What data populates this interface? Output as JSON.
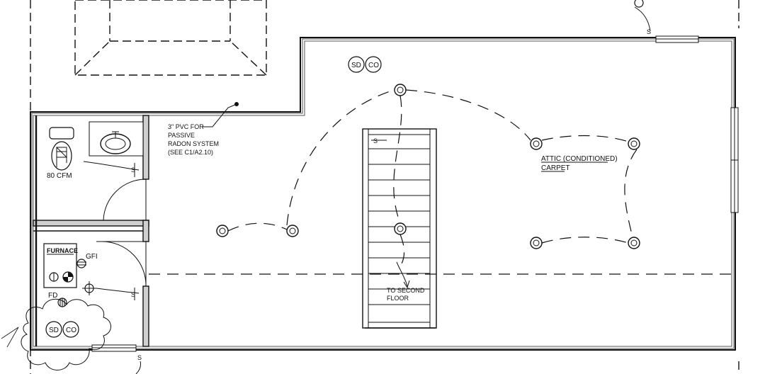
{
  "rooms": {
    "attic_name": "ATTIC (CONDITIONED)",
    "attic_finish": "CARPET",
    "furnace_label": "FURNACE",
    "gfi_label": "GFI",
    "fd_label": "FD",
    "fan_label": "80 CFM"
  },
  "note": {
    "line1": "3\" PVC FOR",
    "line2": "PASSIVE",
    "line3": "RADON SYSTEM",
    "line4": "(SEE C1/A2.10)"
  },
  "stair": {
    "line1": "TO SECOND",
    "line2": "FLOOR"
  },
  "symbols": {
    "smoke": "SD",
    "co": "CO",
    "switch": "S"
  }
}
